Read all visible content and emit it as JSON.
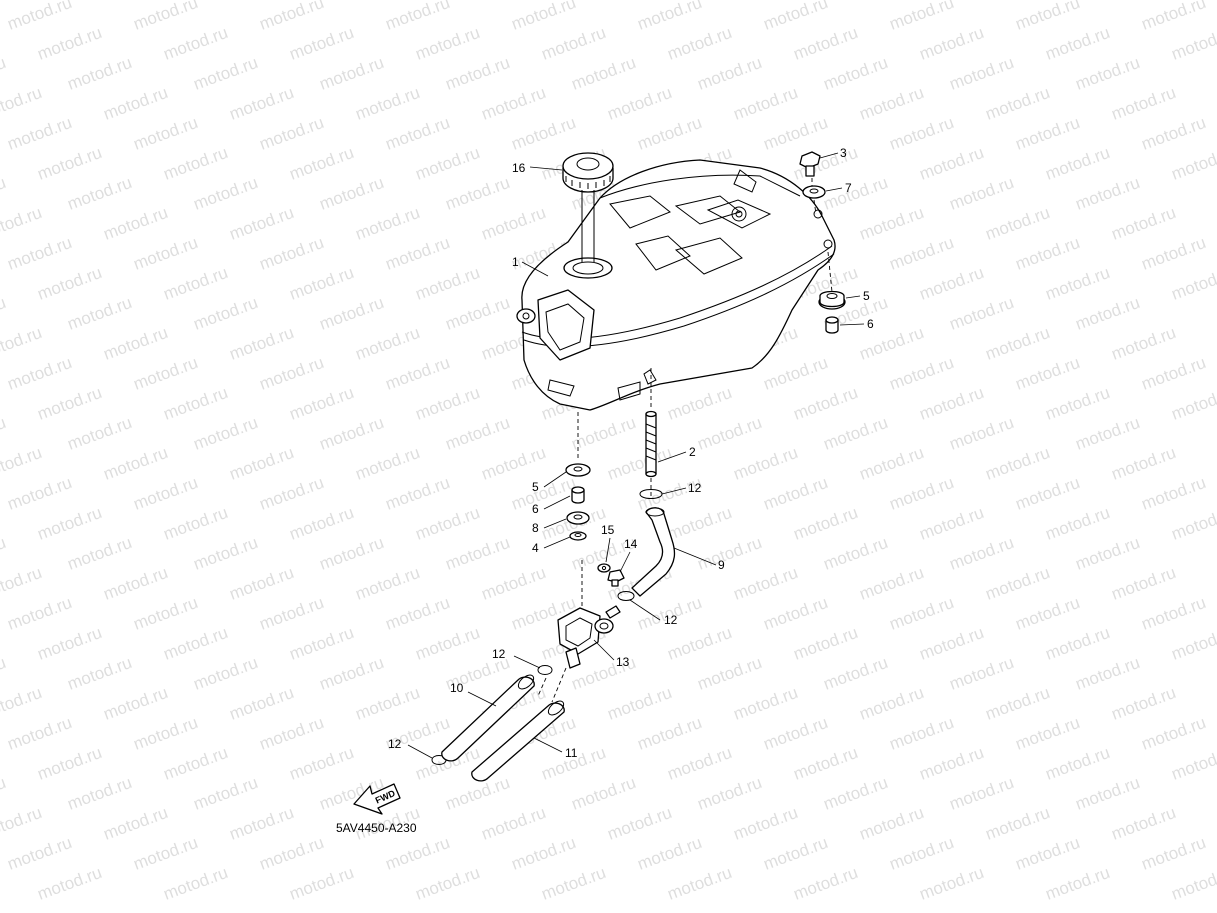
{
  "watermark": {
    "text": "motod.ru"
  },
  "diagram": {
    "code": "5AV4450-A230",
    "fwd_label": "FWD"
  },
  "callouts": [
    {
      "id": "c16",
      "label": "16"
    },
    {
      "id": "c1",
      "label": "1"
    },
    {
      "id": "c3",
      "label": "3"
    },
    {
      "id": "c7",
      "label": "7"
    },
    {
      "id": "c5a",
      "label": "5"
    },
    {
      "id": "c6a",
      "label": "6"
    },
    {
      "id": "c2",
      "label": "2"
    },
    {
      "id": "c12a",
      "label": "12"
    },
    {
      "id": "c5b",
      "label": "5"
    },
    {
      "id": "c6b",
      "label": "6"
    },
    {
      "id": "c8",
      "label": "8"
    },
    {
      "id": "c4",
      "label": "4"
    },
    {
      "id": "c15",
      "label": "15"
    },
    {
      "id": "c14",
      "label": "14"
    },
    {
      "id": "c9",
      "label": "9"
    },
    {
      "id": "c12b",
      "label": "12"
    },
    {
      "id": "c13",
      "label": "13"
    },
    {
      "id": "c12c",
      "label": "12"
    },
    {
      "id": "c10",
      "label": "10"
    },
    {
      "id": "c11",
      "label": "11"
    },
    {
      "id": "c12d",
      "label": "12"
    }
  ]
}
